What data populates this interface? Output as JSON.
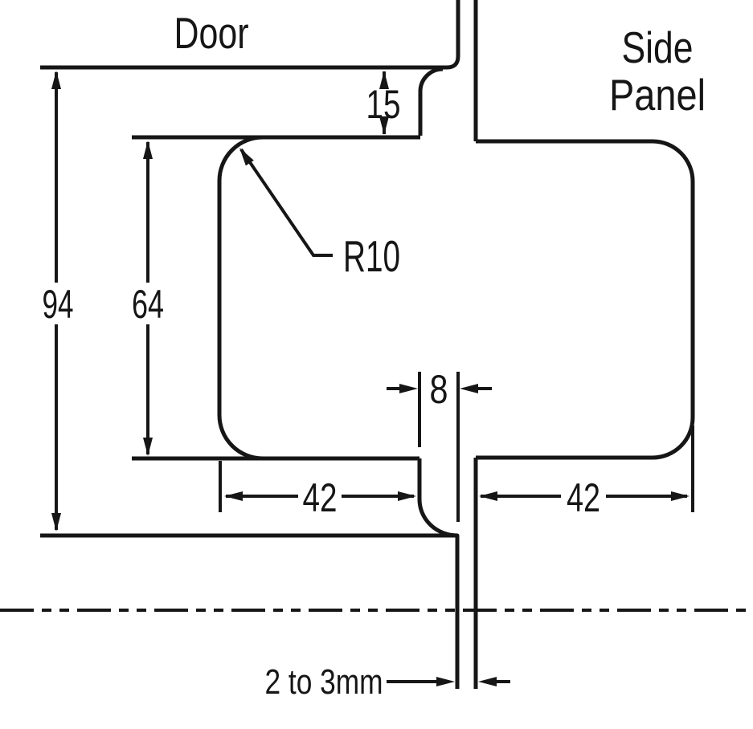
{
  "labels": {
    "door": "Door",
    "side_panel_line1": "Side",
    "side_panel_line2": "Panel"
  },
  "dimensions": {
    "total_height": "94",
    "cutout_height": "64",
    "top_inset": "15",
    "corner_radius": "R10",
    "cutout_to_edge": "8",
    "door_cutout_width": "42",
    "panel_cutout_width": "42",
    "door_to_panel_gap": "2 to 3mm"
  },
  "colors": {
    "line": "#161616",
    "background": "#ffffff"
  }
}
